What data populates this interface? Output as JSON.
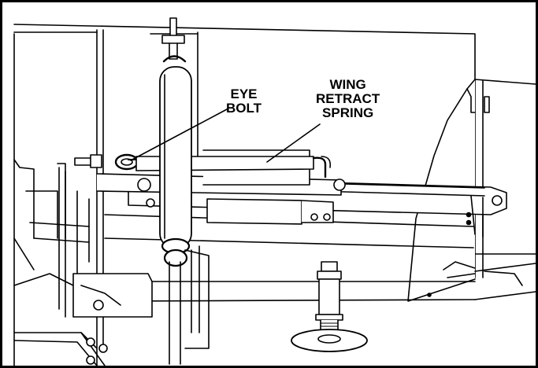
{
  "callouts": {
    "eye_bolt": [
      "EYE",
      "BOLT"
    ],
    "wing_retract_spring": [
      "WING",
      "RETRACT",
      "SPRING"
    ]
  },
  "colors": {
    "line": "#000000",
    "fill": "#ffffff",
    "shade": "#e6e6e6"
  }
}
